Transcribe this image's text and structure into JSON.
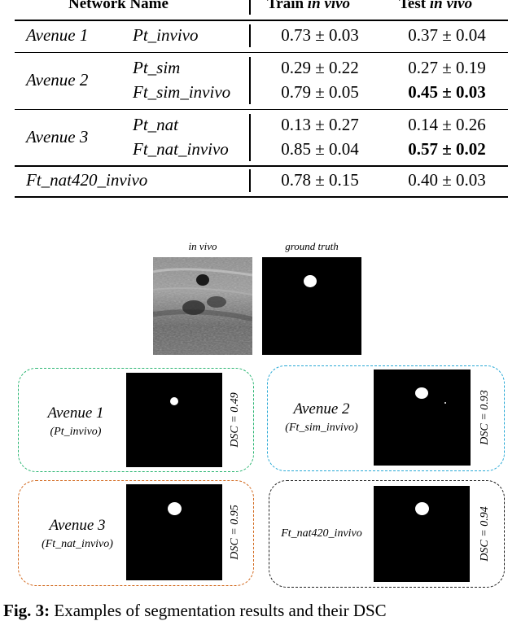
{
  "table": {
    "headers": {
      "network_name": "Network Name",
      "train_prefix": "Train",
      "train_suffix": "in vivo",
      "test_prefix": "Test",
      "test_suffix": "in vivo"
    },
    "rows": [
      {
        "avenue": "Avenue 1",
        "networks": [
          {
            "name": "Pt_invivo",
            "train": "0.73 ± 0.03",
            "test": "0.37 ± 0.04",
            "test_bold": false
          }
        ]
      },
      {
        "avenue": "Avenue 2",
        "networks": [
          {
            "name": "Pt_sim",
            "train": "0.29 ± 0.22",
            "test": "0.27 ± 0.19",
            "test_bold": false
          },
          {
            "name": "Ft_sim_invivo",
            "train": "0.79 ± 0.05",
            "test": "0.45 ± 0.03",
            "test_bold": true
          }
        ]
      },
      {
        "avenue": "Avenue 3",
        "networks": [
          {
            "name": "Pt_nat",
            "train": "0.13 ± 0.27",
            "test": "0.14 ± 0.26",
            "test_bold": false
          },
          {
            "name": "Ft_nat_invivo",
            "train": "0.85 ± 0.04",
            "test": "0.57 ± 0.02",
            "test_bold": true
          }
        ]
      },
      {
        "avenue": "",
        "networks": [
          {
            "name": "Ft_nat420_invivo",
            "train": "0.78 ± 0.15",
            "test": "0.40 ± 0.03",
            "test_bold": false
          }
        ]
      }
    ]
  },
  "figure": {
    "top_images": [
      {
        "caption": "in vivo"
      },
      {
        "caption": "ground truth"
      }
    ],
    "panels": [
      {
        "title": "Avenue 1",
        "subtitle": "(Pt_invivo)",
        "dsc": "DSC = 0.49",
        "border_color": "#2bb673"
      },
      {
        "title": "Avenue 2",
        "subtitle": "(Ft_sim_invivo)",
        "dsc": "DSC = 0.93",
        "border_color": "#29a9d6"
      },
      {
        "title": "Avenue 3",
        "subtitle": "(Ft_nat_invivo)",
        "dsc": "DSC = 0.95",
        "border_color": "#d2691e"
      },
      {
        "title": "",
        "subtitle": "Ft_nat420_invivo",
        "dsc": "DSC = 0.94",
        "border_color": "#222222"
      }
    ],
    "caption_start": "Fig. 3:",
    "caption_text": "Examples of segmentation results and their DSC"
  }
}
